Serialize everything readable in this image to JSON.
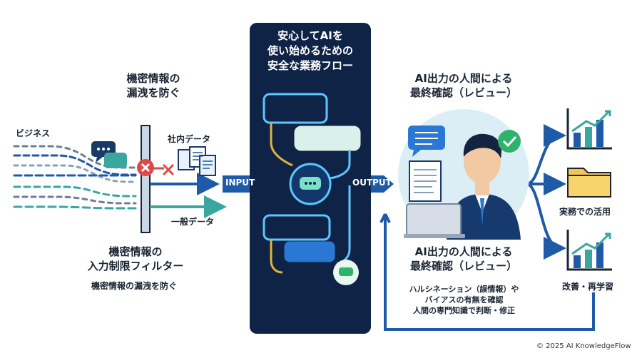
{
  "left": {
    "top_heading": "機密情報の\n漏洩を防ぐ",
    "business_label": "ビジネス",
    "internal_data_label": "社内データ",
    "general_data_label": "一般データ",
    "filter_title": "機密情報の\n入力制限フィルター",
    "filter_sub": "機密情報の漏洩を防ぐ"
  },
  "center": {
    "title": "安心してAIを\n使い始めるための\n安全な業務フロー",
    "input_label": "INPUT",
    "output_label": "OUTPUT"
  },
  "right": {
    "top_heading": "AI出力の人間による\n最終確認（レビュー）",
    "bottom_heading": "AI出力の人間による\n最終確認（レビュー）",
    "bullets": "ハルシネーション（誤情報）や\nバイアスの有無を確認\n人間の専門知識で判断・修正"
  },
  "outcomes": {
    "use_label": "実務での活用",
    "improve_label": "改善・再学習"
  },
  "footer": {
    "copyright": "© 2025 AI KnowledgeFlow"
  },
  "colors": {
    "navy": "#0f2347",
    "blue": "#1e5aa8",
    "teal": "#3aa6a0",
    "check": "#2fb36b",
    "danger": "#e04848"
  },
  "icons": [
    "chat-bubbles-icon",
    "blocked-x-icon",
    "documents-icon",
    "chat-bot-icon",
    "checkmark-icon",
    "document-icon",
    "laptop-icon",
    "person-icon",
    "growth-chart-icon",
    "folder-icon"
  ]
}
